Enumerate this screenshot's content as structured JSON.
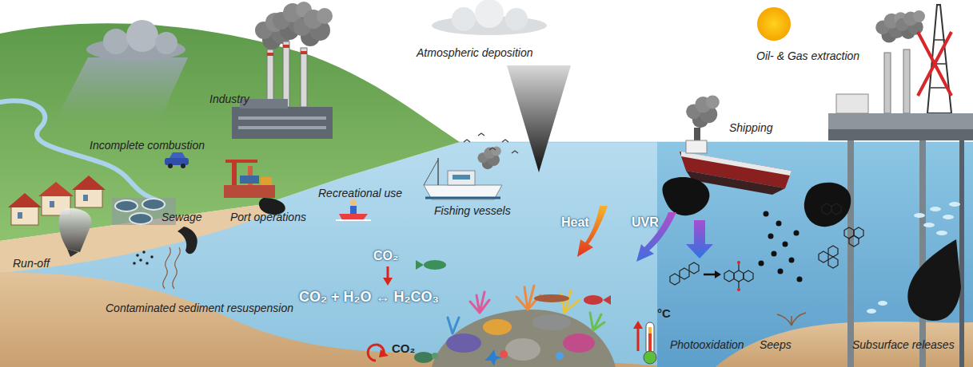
{
  "diagram": {
    "labels": [
      "Atmospheric deposition",
      "Oil- & Gas extraction",
      "Industry",
      "Shipping",
      "Incomplete combustion",
      "Recreational use",
      "Sewage",
      "Port operations",
      "Fishing vessels",
      "Heat",
      "UVR",
      "CO₂",
      "Run-off",
      "CO₂ + H₂O ↔ H₂CO₃",
      "Contaminated sediment resuspension",
      "°C",
      "Photooxidation",
      "Seeps",
      "Subsurface releases",
      "CO₂"
    ]
  }
}
